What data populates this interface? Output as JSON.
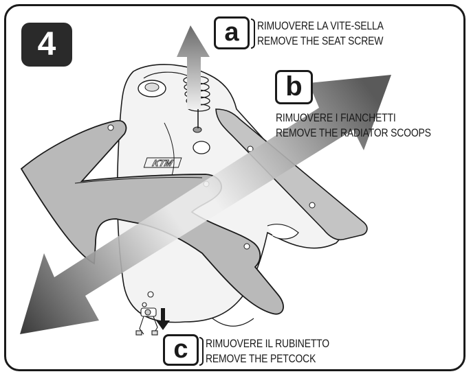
{
  "step": {
    "number": "4"
  },
  "brand_logo": "KTM",
  "steps": [
    {
      "letter": "a",
      "line1": "RIMUOVERE LA VITE-SELLA",
      "line2": "REMOVE THE SEAT SCREW"
    },
    {
      "letter": "b",
      "line1": "RIMUOVERE I FIANCHETTI",
      "line2": "REMOVE THE RADIATOR SCOOPS"
    },
    {
      "letter": "c",
      "line1": "RIMUOVERE IL RUBINETTO",
      "line2": "REMOVE THE PETCOCK"
    }
  ],
  "colors": {
    "ink": "#1a1a1a",
    "badge": "#2a2a2a",
    "scoop": "#b9b9b9",
    "tank": "#f3f3f3",
    "arrow_dark": "#555555",
    "arrow_light": "#f4f4f4"
  },
  "icons": [
    "up-arrow-icon",
    "diagonal-double-arrow-icon",
    "down-arrow-icon",
    "spring-screw-icon",
    "petcock-icon"
  ]
}
